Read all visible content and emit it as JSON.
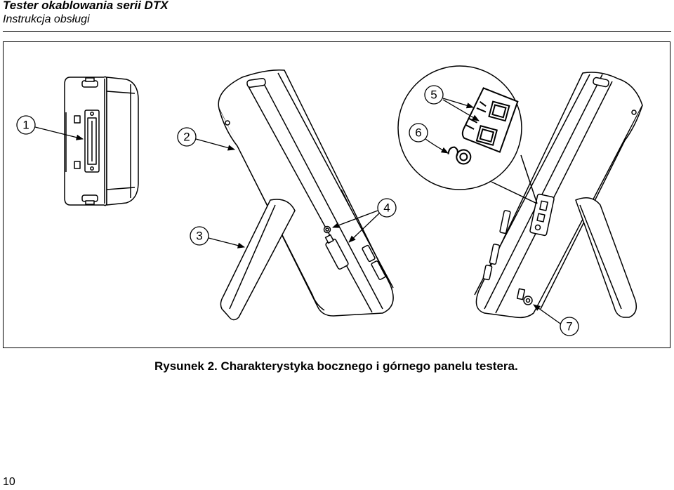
{
  "header": {
    "title": "Tester okablowania serii DTX",
    "subtitle": "Instrukcja obsługi"
  },
  "figure": {
    "caption": "Rysunek 2. Charakterystyka bocznego i górnego panelu testera.",
    "callouts": [
      "1",
      "2",
      "3",
      "4",
      "5",
      "6",
      "7"
    ]
  },
  "footer": {
    "page_number": "10"
  }
}
